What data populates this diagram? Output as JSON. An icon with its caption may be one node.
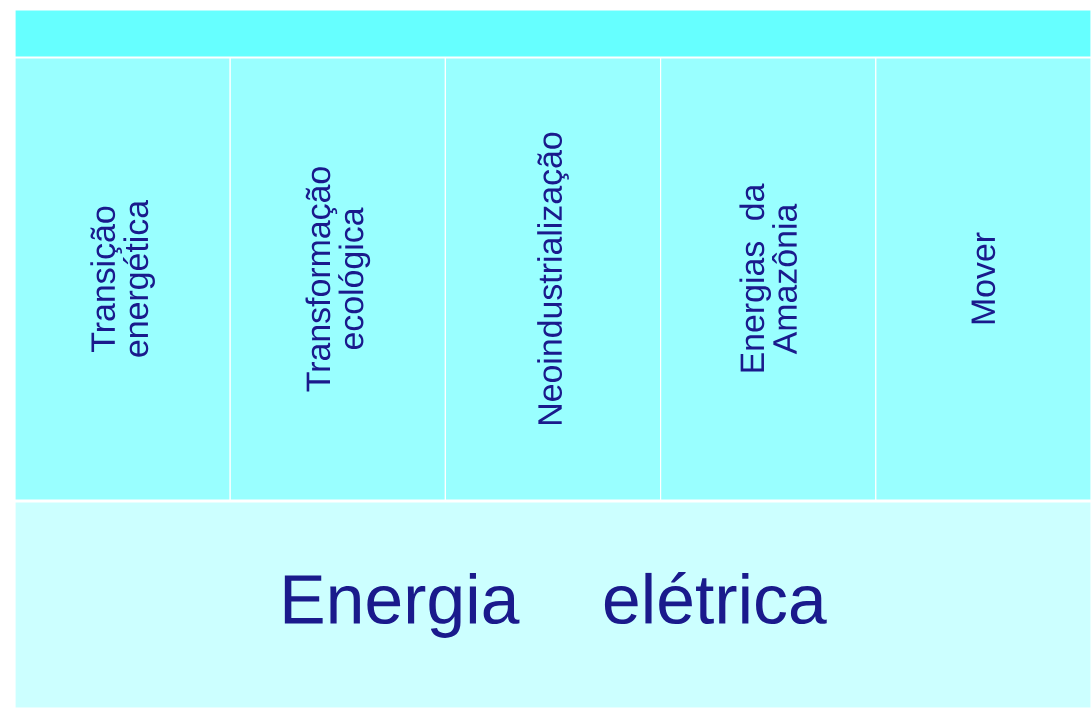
{
  "diagram": {
    "nodes": [
      {
        "text": [],
        "shape": "box"
      },
      {
        "text": [
          "Transição energética"
        ]
      },
      {
        "text": [
          "Transformação ecológica"
        ]
      },
      {
        "text": [
          "Neoindustrialização"
        ]
      },
      {
        "text": [
          "Energias da Amazônia"
        ]
      },
      {
        "text": [
          "Mover"
        ]
      },
      {
        "text": [
          "Energia elétrica"
        ]
      }
    ]
  }
}
